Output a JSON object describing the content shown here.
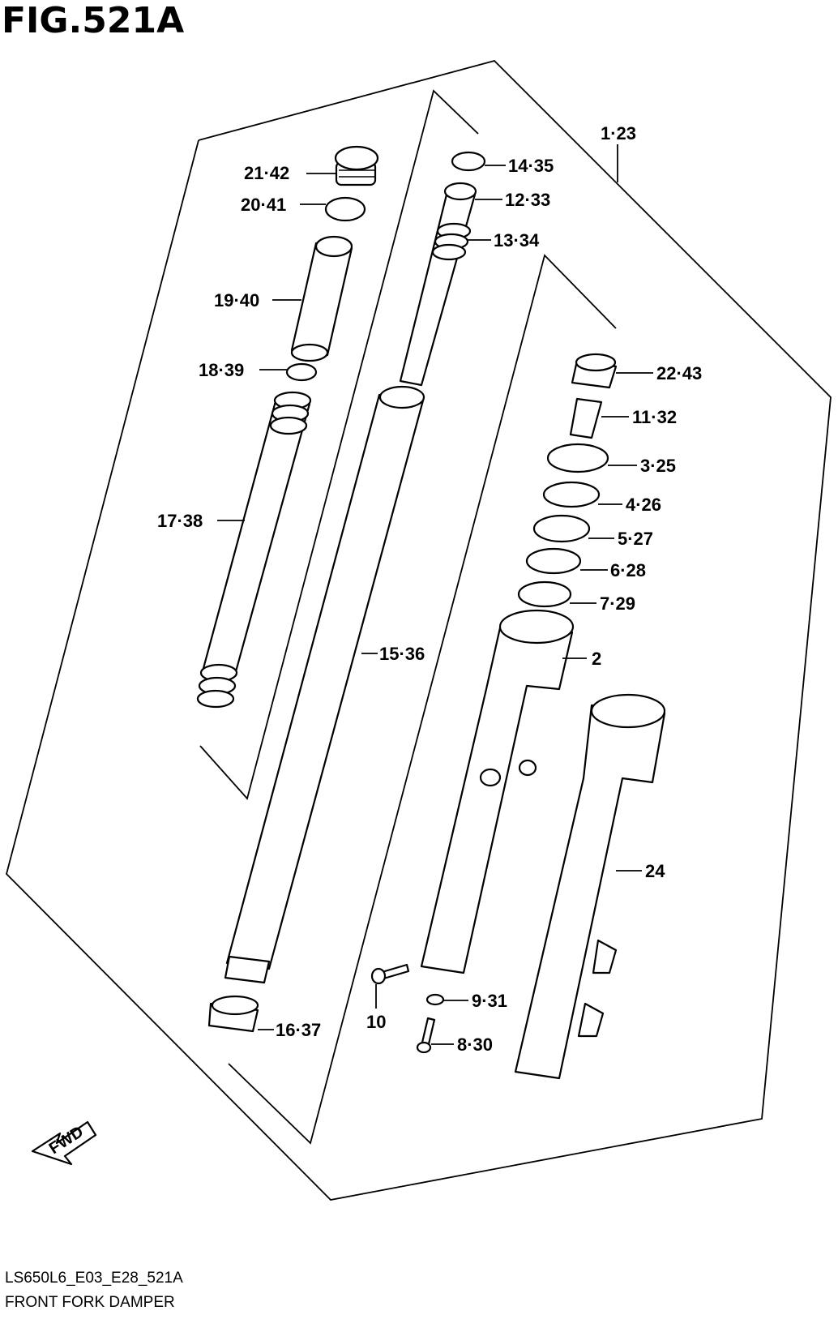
{
  "figure": {
    "title": "FIG.521A",
    "code": "LS650L6_E03_E28_521A",
    "name": "FRONT FORK DAMPER",
    "fwd_label": "FWD"
  },
  "callouts": {
    "p1_23": "1·23",
    "p2": "2",
    "p3_25": "3·25",
    "p4_26": "4·26",
    "p5_27": "5·27",
    "p6_28": "6·28",
    "p7_29": "7·29",
    "p8_30": "8·30",
    "p9_31": "9·31",
    "p10": "10",
    "p11_32": "11·32",
    "p12_33": "12·33",
    "p13_34": "13·34",
    "p14_35": "14·35",
    "p15_36": "15·36",
    "p16_37": "16·37",
    "p17_38": "17·38",
    "p18_39": "18·39",
    "p19_40": "19·40",
    "p20_41": "20·41",
    "p21_42": "21·42",
    "p22_43": "22·43",
    "p24": "24"
  }
}
